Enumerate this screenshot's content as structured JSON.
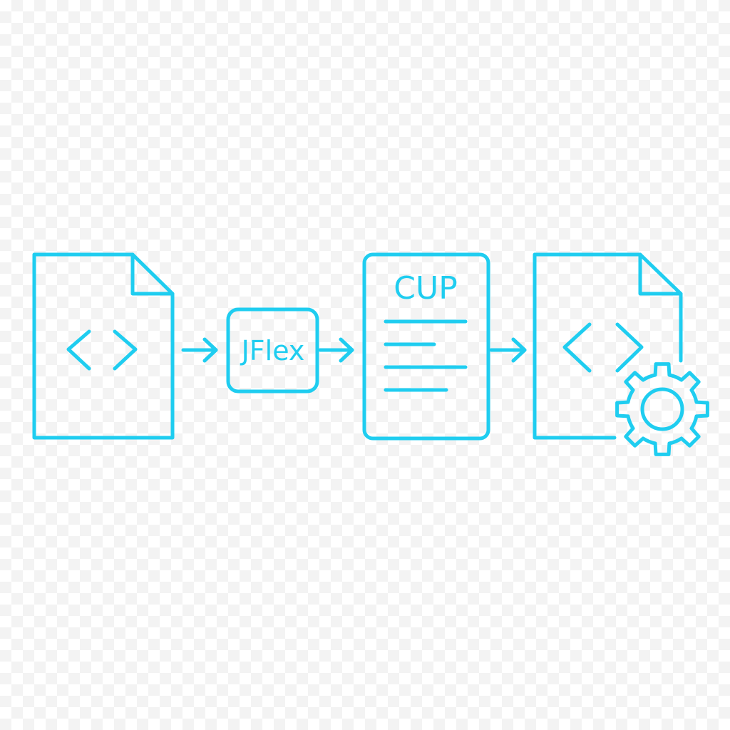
{
  "diagram": {
    "accent_color": "#1fcdf0",
    "nodes": [
      {
        "id": "source-file",
        "icon": "code-file-icon",
        "label": ""
      },
      {
        "id": "jflex",
        "icon": "rounded-box",
        "label": "JFlex"
      },
      {
        "id": "cup",
        "icon": "document-lines-icon",
        "label": "CUP"
      },
      {
        "id": "output-file",
        "icon": "code-file-gear-icon",
        "label": ""
      }
    ],
    "edges": [
      {
        "from": "source-file",
        "to": "jflex"
      },
      {
        "from": "jflex",
        "to": "cup"
      },
      {
        "from": "cup",
        "to": "output-file"
      }
    ]
  }
}
